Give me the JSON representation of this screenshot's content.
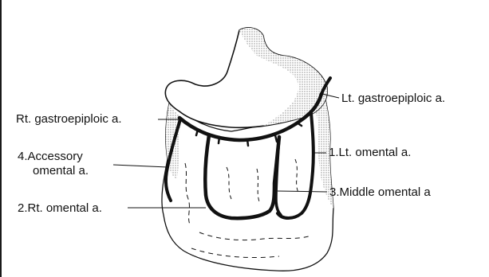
{
  "labels": {
    "rt_gastroepiploic": "Rt. gastroepiploic a.",
    "lt_gastroepiploic": "Lt. gastroepiploic a.",
    "accessory_omental_line1": "4.Accessory",
    "accessory_omental_line2": "omental a.",
    "lt_omental": "1.Lt. omental a.",
    "middle_omental": "3.Middle omental a",
    "rt_omental": "2.Rt. omental a."
  },
  "colors": {
    "ink": "#111111",
    "shading": "#d9d9d9",
    "background": "#ffffff"
  }
}
